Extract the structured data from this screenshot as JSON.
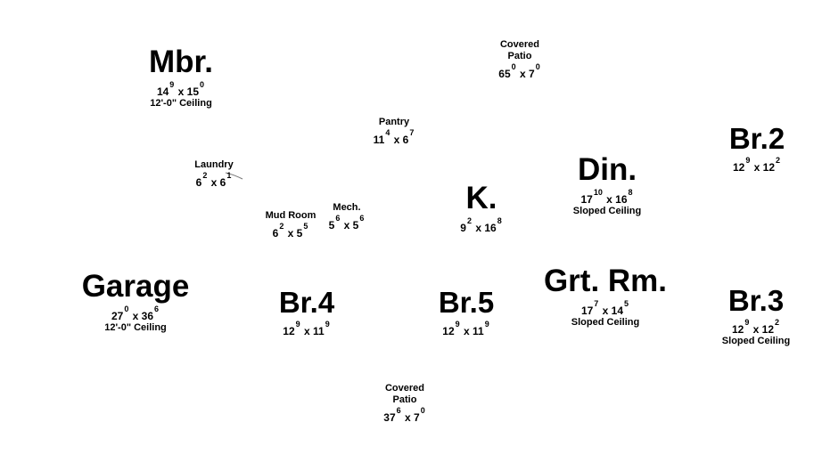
{
  "rooms": [
    {
      "id": "mbr",
      "name": "Mbr.",
      "width": "14",
      "width_in": "9",
      "length": "15",
      "length_in": "0",
      "note": "12'-0\" Ceiling"
    },
    {
      "id": "covered-patio-top",
      "name": "Covered Patio",
      "width": "65",
      "width_in": "0",
      "length": "7",
      "length_in": "0",
      "note": null
    },
    {
      "id": "pantry",
      "name": "Pantry",
      "width": "11",
      "width_in": "4",
      "length": "6",
      "length_in": "7",
      "note": null
    },
    {
      "id": "laundry",
      "name": "Laundry",
      "width": "6",
      "width_in": "2",
      "length": "6",
      "length_in": "1",
      "note": null
    },
    {
      "id": "mud-room",
      "name": "Mud Room",
      "width": "6",
      "width_in": "2",
      "length": "5",
      "length_in": "5",
      "note": null
    },
    {
      "id": "mech",
      "name": "Mech.",
      "width": "5",
      "width_in": "6",
      "length": "5",
      "length_in": "6",
      "note": null
    },
    {
      "id": "kitchen",
      "name": "K.",
      "width": "9",
      "width_in": "2",
      "length": "16",
      "length_in": "8",
      "note": null
    },
    {
      "id": "dining",
      "name": "Din.",
      "width": "17",
      "width_in": "10",
      "length": "16",
      "length_in": "8",
      "note": "Sloped Ceiling"
    },
    {
      "id": "br2",
      "name": "Br.2",
      "width": "12",
      "width_in": "9",
      "length": "12",
      "length_in": "2",
      "note": null
    },
    {
      "id": "garage",
      "name": "Garage",
      "width": "27",
      "width_in": "0",
      "length": "36",
      "length_in": "6",
      "note": "12'-0\" Ceiling"
    },
    {
      "id": "br4",
      "name": "Br.4",
      "width": "12",
      "width_in": "9",
      "length": "11",
      "length_in": "9",
      "note": null
    },
    {
      "id": "br5",
      "name": "Br.5",
      "width": "12",
      "width_in": "9",
      "length": "11",
      "length_in": "9",
      "note": null
    },
    {
      "id": "great-room",
      "name": "Grt. Rm.",
      "width": "17",
      "width_in": "7",
      "length": "14",
      "length_in": "5",
      "note": "Sloped Ceiling"
    },
    {
      "id": "br3",
      "name": "Br.3",
      "width": "12",
      "width_in": "9",
      "length": "12",
      "length_in": "2",
      "note": "Sloped Ceiling"
    },
    {
      "id": "covered-patio-bottom",
      "name": "Covered Patio",
      "width": "37",
      "width_in": "6",
      "length": "7",
      "length_in": "0",
      "note": null
    }
  ]
}
